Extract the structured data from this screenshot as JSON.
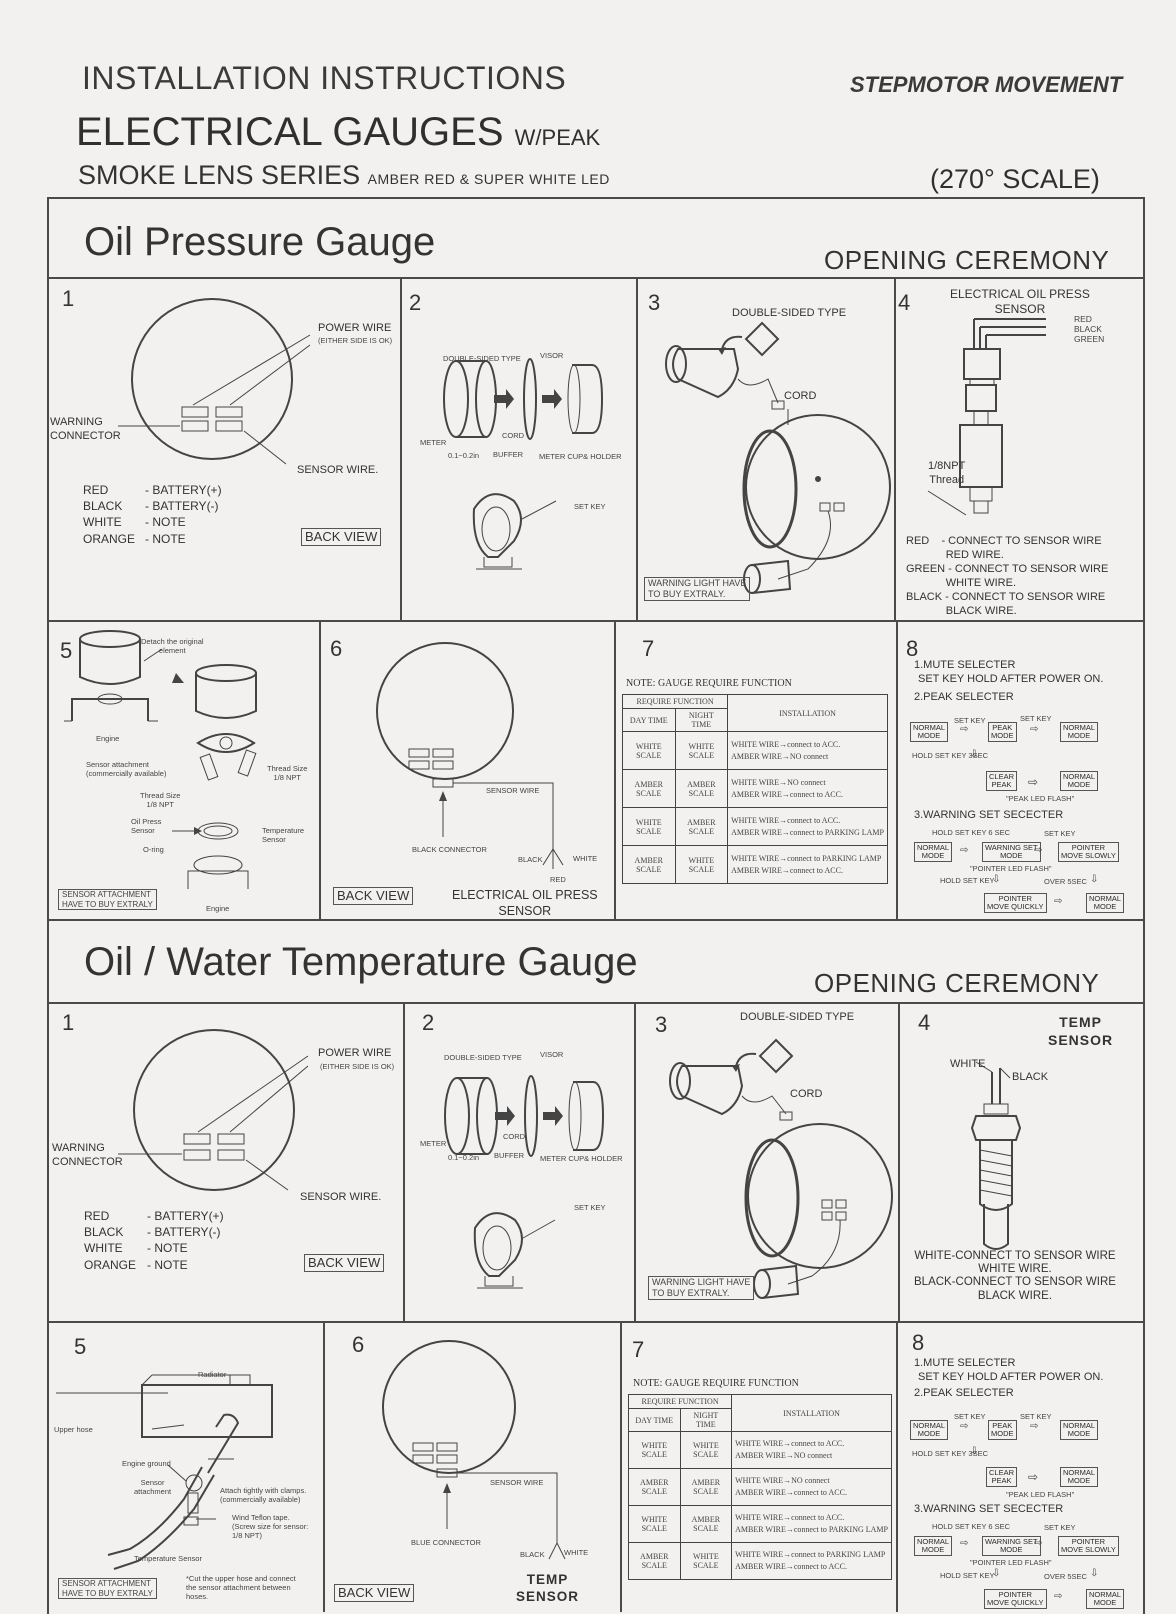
{
  "header": {
    "installation": "INSTALLATION INSTRUCTIONS",
    "electrical": "ELECTRICAL GAUGES",
    "wpeak": "W/PEAK",
    "smoke": "SMOKE LENS SERIES",
    "led": "AMBER RED & SUPER WHITE LED",
    "stepmotor": "STEPMOTOR MOVEMENT",
    "scale": "(270°  SCALE)"
  },
  "common": {
    "opening": "OPENING CEREMONY",
    "power_wire": "POWER WIRE",
    "either_side": "(EITHER SIDE IS OK)",
    "warning_connector": "WARNING\nCONNECTOR",
    "sensor_wire_dot": "SENSOR WIRE.",
    "back_view": "BACK VIEW",
    "wires_left": "RED\nBLACK\nWHITE\nORANGE",
    "wires_right": "- BATTERY(+)\n- BATTERY(-)\n- NOTE\n- NOTE",
    "double_sided": "DOUBLE-SIDED TYPE",
    "visor": "VISOR",
    "cord": "CORD",
    "meter": "METER",
    "gap": "0.1~0.2in",
    "buffer": "BUFFER",
    "meter_cup": "METER CUP& HOLDER",
    "set_key": "SET KEY",
    "warning_light": "WARNING LIGHT HAVE\nTO BUY EXTRALY.",
    "sensor_attachment_buy": "SENSOR ATTACHMENT\nHAVE TO BUY EXTRALY",
    "sensor_wire": "SENSOR WIRE",
    "note_title": "NOTE: GAUGE REQUIRE FUNCTION",
    "require_function": "REQUIRE FUNCTION",
    "day_time": "DAY TIME",
    "night_time": "NIGHT TIME",
    "installation": "INSTALLATION",
    "rows": [
      {
        "day": "WHITE SCALE",
        "night": "WHITE SCALE",
        "inst": "WHITE WIRE→connect to ACC.\nAMBER WIRE→NO connect"
      },
      {
        "day": "AMBER SCALE",
        "night": "AMBER SCALE",
        "inst": "WHITE WIRE→NO connect\nAMBER WIRE→connect to ACC."
      },
      {
        "day": "WHITE SCALE",
        "night": "AMBER SCALE",
        "inst": "WHITE WIRE→connect to ACC.\nAMBER WIRE→connect to PARKING LAMP"
      },
      {
        "day": "AMBER SCALE",
        "night": "WHITE SCALE",
        "inst": "WHITE WIRE→connect to PARKING LAMP\nAMBER WIRE→connect to ACC."
      }
    ],
    "mute": "1.MUTE SELECTER",
    "mute_desc": "SET KEY HOLD AFTER POWER ON.",
    "peak_sel": "2.PEAK SELECTER",
    "normal_mode": "NORMAL\nMODE",
    "peak_mode": "PEAK\nMODE",
    "hold_3sec": "HOLD SET KEY 3SEC",
    "clear_peak": "CLEAR\nPEAK",
    "peak_flash": "\"PEAK LED FLASH\"",
    "warning_set": "3.WARNING SET SECECTER",
    "hold_6sec": "HOLD SET KEY 6 SEC",
    "warning_set_mode": "WARNING SET\nMODE",
    "pointer_slowly": "POINTER\nMOVE SLOWLY",
    "pointer_flash": "\"POINTER LED FLASH\"",
    "hold_set_key": "HOLD SET KEY",
    "over5": "OVER 5SEC",
    "pointer_quickly": "POINTER\nMOVE QUICKLY"
  },
  "oil": {
    "title": "Oil Pressure Gauge",
    "sensor_title": "ELECTRICAL OIL PRESS\nSENSOR",
    "sensor_wires": "RED\nBLACK\nGREEN",
    "npt": "1/8NPT\nThread",
    "connect": "RED    - CONNECT TO SENSOR WIRE\n             RED WIRE.\nGREEN - CONNECT TO SENSOR WIRE\n             WHITE WIRE.\nBLACK - CONNECT TO SENSOR WIRE\n             BLACK WIRE.",
    "detach": "Detach the original\nelement",
    "engine": "Engine",
    "sensor_attach": "Sensor attachment\n(commercially available)",
    "thread_18": "Thread Size\n1/8 NPT",
    "oil_press_sensor": "Oil Press\nSensor",
    "oring": "O-ring",
    "temp_sensor": "Temperature\nSensor",
    "black_connector": "BLACK CONNECTOR",
    "black": "BLACK",
    "white": "WHITE",
    "red": "RED",
    "elec_sensor": "ELECTRICAL OIL PRESS\nSENSOR"
  },
  "temp": {
    "title": "Oil / Water Temperature Gauge",
    "sensor_title": "TEMP\nSENSOR",
    "white": "WHITE",
    "black": "BLACK",
    "connect": "WHITE-CONNECT TO SENSOR WIRE\nWHITE WIRE.\nBLACK-CONNECT TO SENSOR WIRE\nBLACK WIRE.",
    "radiator": "Radiator",
    "upper_hose": "Upper hose",
    "engine_ground": "Engine ground",
    "sensor_attach": "Sensor\nattachment",
    "attach_tightly": "Attach tightly with clamps.\n(commercially available)",
    "teflon": "Wind Teflon tape.\n(Screw size for sensor:\n1/8 NPT)",
    "temp_sensor": "Temperature  Sensor",
    "cut_hose": "*Cut the upper hose and connect\nthe sensor attachment between\nhoses.",
    "blue_connector": "BLUE CONNECTOR",
    "temp_label": "TEMP\nSENSOR"
  },
  "step_numbers": [
    "1",
    "2",
    "3",
    "4",
    "5",
    "6",
    "7",
    "8"
  ]
}
